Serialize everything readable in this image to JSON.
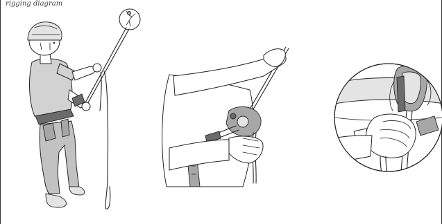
{
  "caption": "rigging diagram",
  "panels": [
    {
      "id": "panel-1",
      "subject": "climber-belaying-standing"
    },
    {
      "id": "panel-2",
      "subject": "hands-feeding-rope-through-belay-device"
    },
    {
      "id": "panel-3",
      "subject": "close-up-hand-holding-rope-below-device"
    }
  ]
}
